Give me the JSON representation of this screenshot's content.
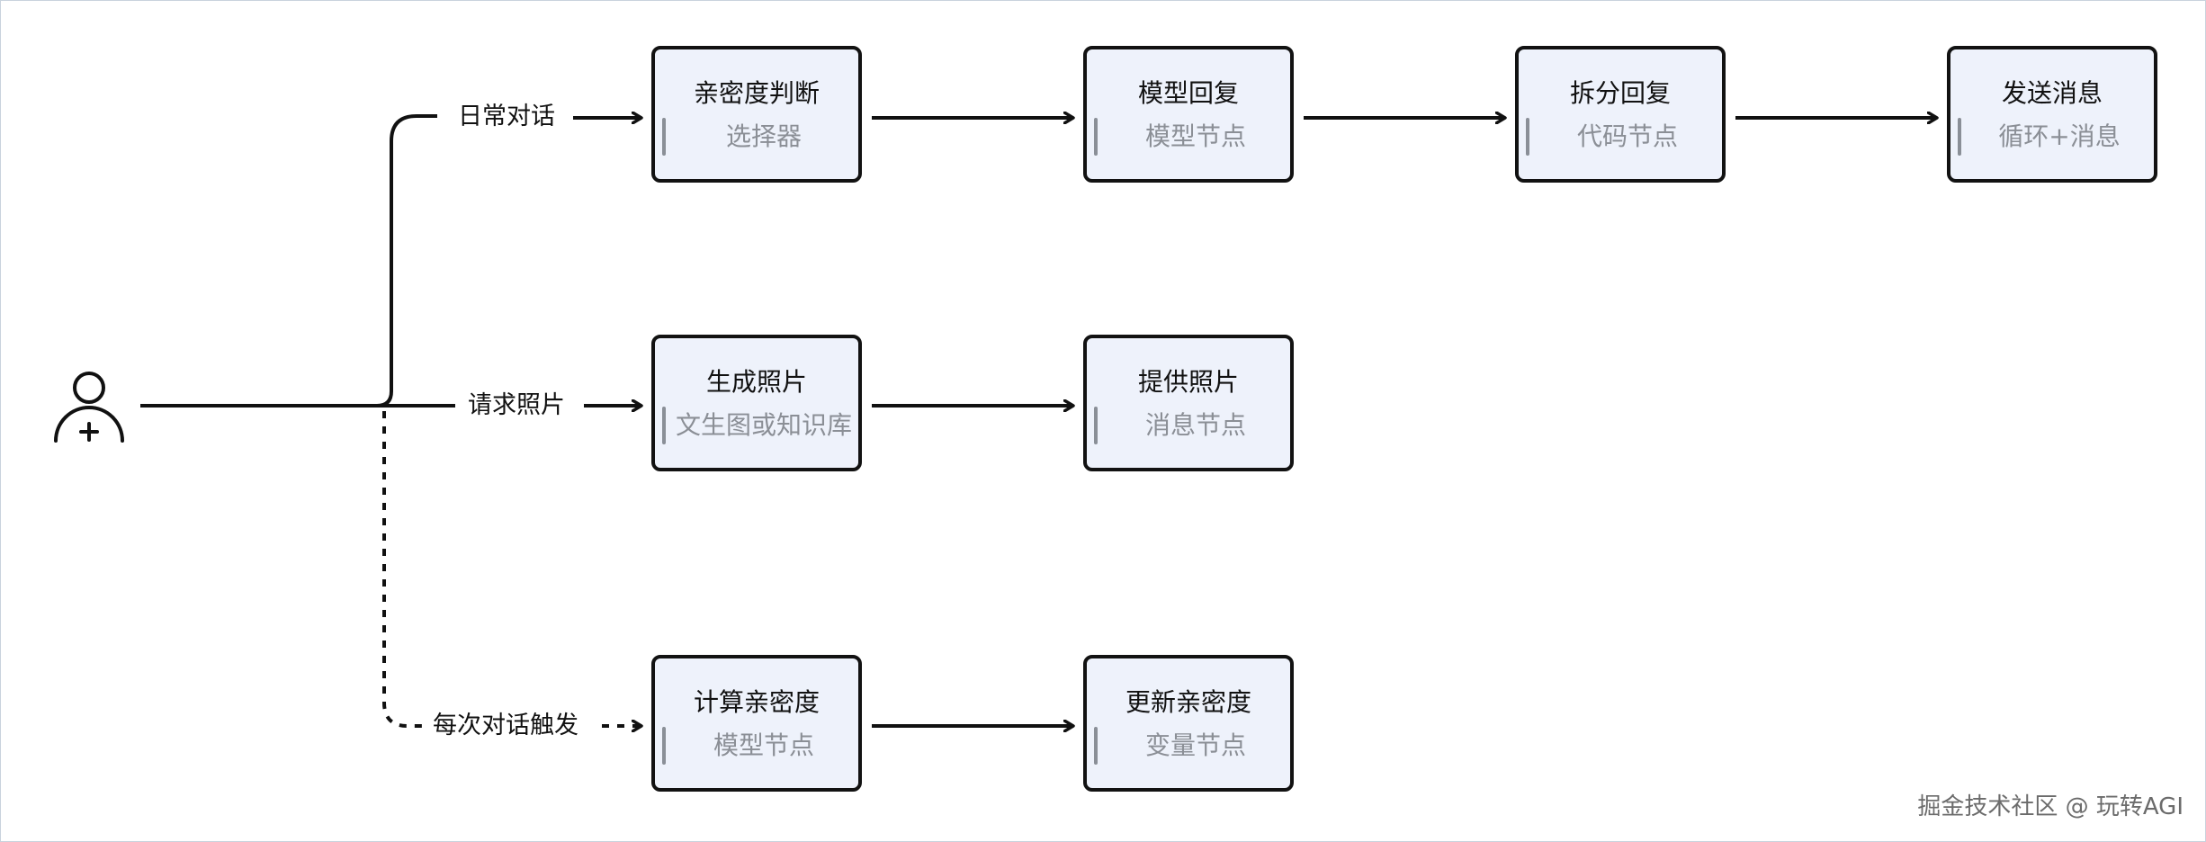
{
  "nodes": {
    "affinity_judge": {
      "title": "亲密度判断",
      "sub": "选择器"
    },
    "model_reply": {
      "title": "模型回复",
      "sub": "模型节点"
    },
    "split_reply": {
      "title": "拆分回复",
      "sub": "代码节点"
    },
    "send_message": {
      "title": "发送消息",
      "sub": "循环+消息"
    },
    "generate_photo": {
      "title": "生成照片",
      "sub": "文生图或知识库"
    },
    "provide_photo": {
      "title": "提供照片",
      "sub": "消息节点"
    },
    "compute_affinity": {
      "title": "计算亲密度",
      "sub": "模型节点"
    },
    "update_affinity": {
      "title": "更新亲密度",
      "sub": "变量节点"
    }
  },
  "edges": {
    "daily_chat": "日常对话",
    "request_photo": "请求照片",
    "each_chat_trigger": "每次对话触发"
  },
  "user_icon": "user-add-icon",
  "colors": {
    "node_fill": "#eef2fb",
    "node_border": "#121212",
    "subtitle": "#8b8f96",
    "line": "#111111"
  },
  "watermark": "掘金技术社区 @ 玩转AGI"
}
